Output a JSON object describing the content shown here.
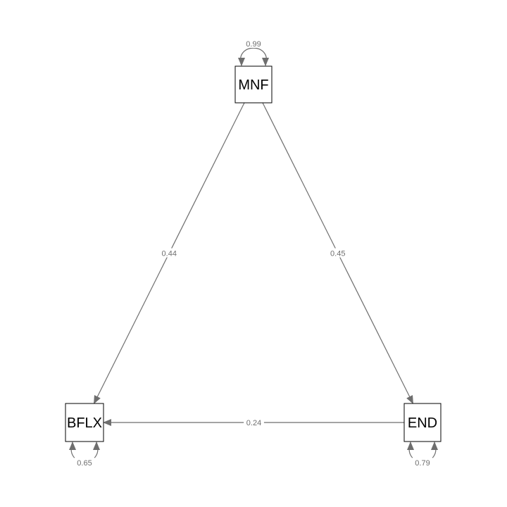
{
  "diagram": {
    "type": "path-diagram",
    "colors": {
      "edge": "#6e6e6e",
      "node_border": "#000000",
      "label": "#6e6e6e",
      "text": "#000000"
    },
    "nodes": [
      {
        "id": "MNF",
        "label": "MNF"
      },
      {
        "id": "BFLX",
        "label": "BFLX"
      },
      {
        "id": "END",
        "label": "END"
      }
    ],
    "edges": [
      {
        "from": "MNF",
        "to": "BFLX",
        "label": "0.44"
      },
      {
        "from": "MNF",
        "to": "END",
        "label": "0.45"
      },
      {
        "from": "END",
        "to": "BFLX",
        "label": "0.24"
      }
    ],
    "self_loops": [
      {
        "node": "MNF",
        "label": "0.99"
      },
      {
        "node": "BFLX",
        "label": "0.65"
      },
      {
        "node": "END",
        "label": "0.79"
      }
    ]
  }
}
